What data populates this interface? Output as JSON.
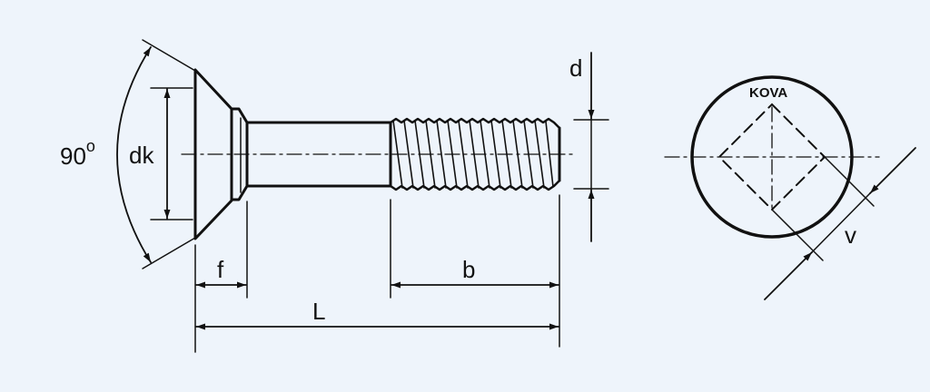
{
  "labels": {
    "angle": "90",
    "angle_unit": "o",
    "head_diameter": "dk",
    "thread_diameter": "d",
    "head_offset": "f",
    "thread_length": "b",
    "total_length": "L",
    "square_width": "v"
  },
  "brand": "KOVA",
  "colors": {
    "background": "#eef4fb",
    "line": "#111111"
  }
}
